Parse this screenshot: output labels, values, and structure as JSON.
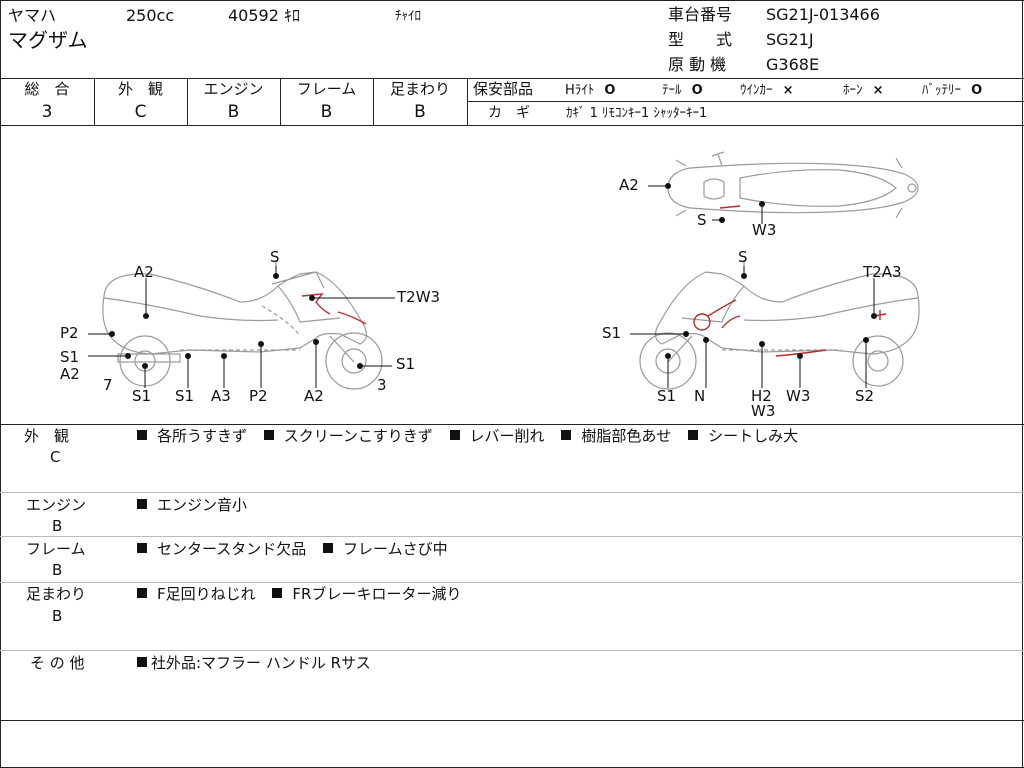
{
  "header": {
    "maker": "ヤマハ",
    "displacement": "250cc",
    "mileage": "40592 ｷﾛ",
    "color": "ﾁｬｲﾛ",
    "model_name": "マグザム",
    "frame_number_label": "車台番号",
    "frame_number": "SG21J-013466",
    "model_code_label": "型　　式",
    "model_code": "SG21J",
    "engine_type_label": "原 動 機",
    "engine_type": "G368E"
  },
  "grades": [
    {
      "label": "総　合",
      "value": "3"
    },
    {
      "label": "外　観",
      "value": "C"
    },
    {
      "label": "エンジン",
      "value": "B"
    },
    {
      "label": "フレーム",
      "value": "B"
    },
    {
      "label": "足まわり",
      "value": "B"
    }
  ],
  "safety": {
    "label": "保安部品",
    "items": [
      {
        "label": "Hﾗｲﾄ",
        "mark": "O"
      },
      {
        "label": "ﾃｰﾙ",
        "mark": "O"
      },
      {
        "label": "ｳｲﾝｶｰ",
        "mark": "×"
      },
      {
        "label": "ﾎｰﾝ",
        "mark": "×"
      },
      {
        "label": "ﾊﾞｯﾃﾘｰ",
        "mark": "O"
      }
    ]
  },
  "keys": {
    "label": "カ　ギ",
    "value": "ｶｷﾞ 1  ﾘﾓｺﾝｷｰ1  ｼｬｯﾀｰｷｰ1"
  },
  "diagram": {
    "left_labels": [
      "A2",
      "S",
      "T2W3",
      "P2",
      "S1",
      "A2",
      "7",
      "S1",
      "S1",
      "A3",
      "P2",
      "A2",
      "S1",
      "3"
    ],
    "top_labels": [
      "A2",
      "S",
      "W3"
    ],
    "right_labels": [
      "S",
      "T2A3",
      "S1",
      "S1",
      "N",
      "H2",
      "W3",
      "W3",
      "S2"
    ]
  },
  "remarks": [
    {
      "label": "外　観",
      "grade": "C",
      "items": [
        "各所うすきず",
        "スクリーンこすりきず",
        "レバー削れ",
        "樹脂部色あせ",
        "シートしみ大"
      ]
    },
    {
      "label": "エンジン",
      "grade": "B",
      "items": [
        "エンジン音小"
      ]
    },
    {
      "label": "フレーム",
      "grade": "B",
      "items": [
        "センタースタンド欠品",
        "フレームさび中"
      ]
    },
    {
      "label": "足まわり",
      "grade": "B",
      "items": [
        "F足回りねじれ",
        "FRブレーキローター減り"
      ]
    },
    {
      "label": "そ の 他",
      "grade": "",
      "items": [
        "社外品:マフラー ハンドル Rサス"
      ]
    }
  ],
  "colors": {
    "damage_marker": "#c0282d",
    "line": "#222222",
    "bike_outline": "#9a9a9a"
  }
}
